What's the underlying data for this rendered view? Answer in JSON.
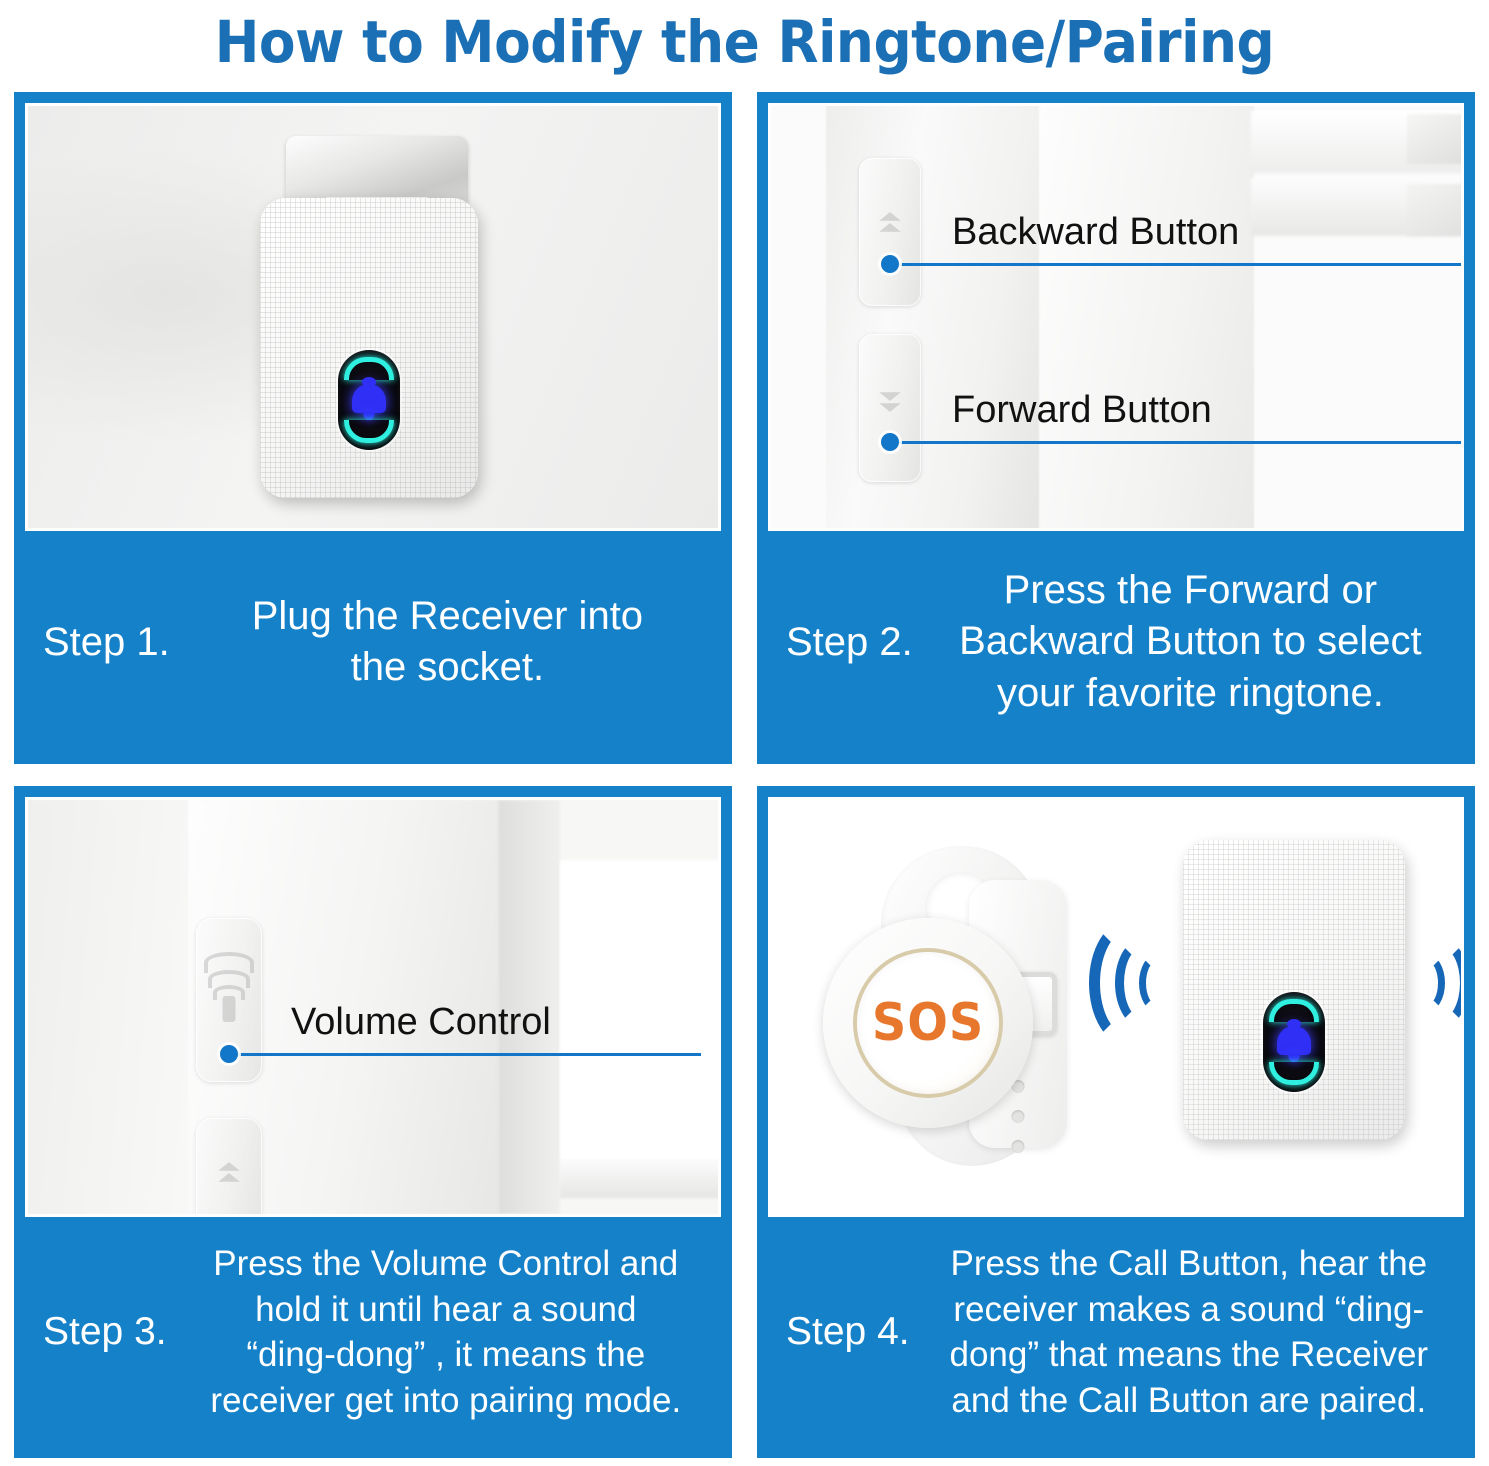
{
  "title": "How to Modify the Ringtone/Pairing",
  "theme": {
    "panel_blue": "#1481c9",
    "title_blue": "#1a6fb5",
    "callout_blue": "#1277c8",
    "sos_orange": "#e8772e",
    "bell_blue": "#2f2ff5",
    "arc_cyan": "#2ff0e0"
  },
  "panels": [
    {
      "step": "Step 1.",
      "caption_lines": [
        "Plug the Receiver into",
        "the socket."
      ],
      "device": {
        "bell_icon": "bell-icon",
        "indicator": "led-arc-indicator"
      }
    },
    {
      "step": "Step 2.",
      "caption_lines": [
        "Press the Forward or",
        "Backward Button to select",
        "your favorite ringtone."
      ],
      "callouts": [
        {
          "label": "Backward Button",
          "icon": "chevron-up-icon"
        },
        {
          "label": "Forward Button",
          "icon": "chevron-down-icon"
        }
      ]
    },
    {
      "step": "Step 3.",
      "caption_lines": [
        "Press the Volume Control and",
        "hold it until hear a sound",
        "“ding-dong” , it means the",
        "receiver get into pairing mode."
      ],
      "callouts": [
        {
          "label": "Volume Control",
          "icon": "volume-icon"
        }
      ]
    },
    {
      "step": "Step 4.",
      "caption_lines": [
        "Press the Call Button, hear the",
        "receiver makes a sound   “ding-",
        "dong”  that means the Receiver",
        "and the Call Button are paired."
      ],
      "device": {
        "watch_label": "SOS",
        "signal_icon": "wireless-signal-icon"
      }
    }
  ]
}
